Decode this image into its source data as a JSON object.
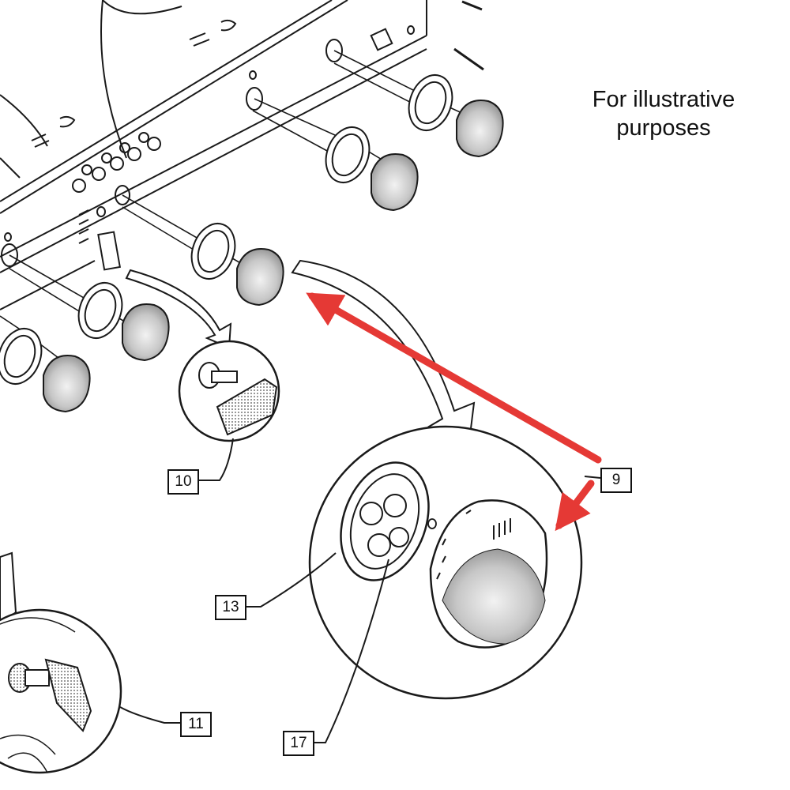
{
  "caption": {
    "line1": "For illustrative",
    "line2": "purposes"
  },
  "callouts": {
    "c9": "9",
    "c10": "10",
    "c11": "11",
    "c13": "13",
    "c17": "17"
  },
  "colors": {
    "line": "#1a1a1a",
    "arrow": "#e53935",
    "shade": "#bdbdbd"
  }
}
